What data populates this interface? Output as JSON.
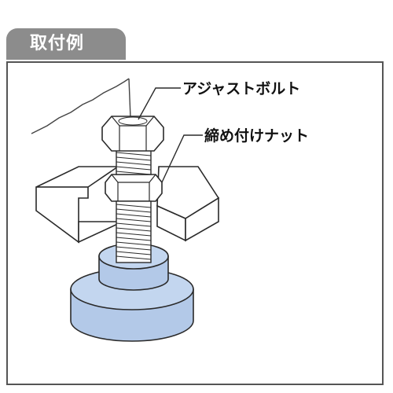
{
  "header": {
    "title": "取付例"
  },
  "labels": {
    "adjust_bolt": "アジャストボルト",
    "lock_nut": "締め付けナット"
  },
  "colors": {
    "tab": "#8c8c8c",
    "base_fill": "#b3c9e8",
    "base_top": "#c3d6ef",
    "outline": "#2a2a2a",
    "frame": "#555555"
  }
}
